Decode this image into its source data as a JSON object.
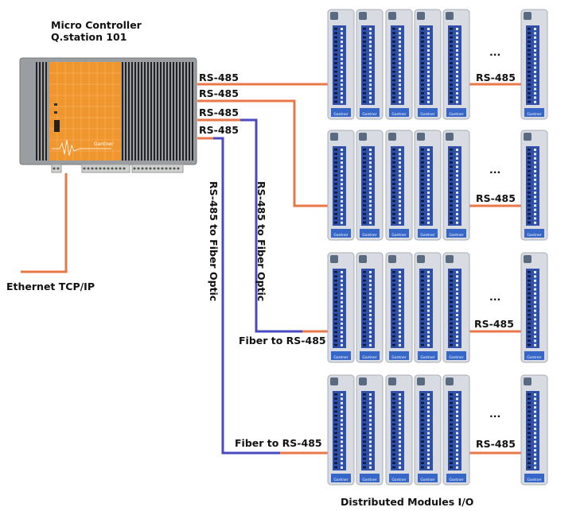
{
  "controller": {
    "title_line1": "Micro Controller",
    "title_line2": "Q.station 101",
    "brand": "Gantner"
  },
  "links": {
    "rs485": "RS-485",
    "rs485_to_fiber": "RS-485 to Fiber Optic",
    "fiber_to_rs485": "Fiber to RS-485",
    "ethernet": "Ethernet TCP/IP",
    "ellipsis": "..."
  },
  "modules": {
    "caption": "Distributed Modules I/O",
    "brand": "Gantner"
  },
  "colors": {
    "rs485": "#e8784a",
    "fiber": "#4a4ac0",
    "controller_orange": "#f0962e",
    "module_blue": "#2f4fa8"
  }
}
